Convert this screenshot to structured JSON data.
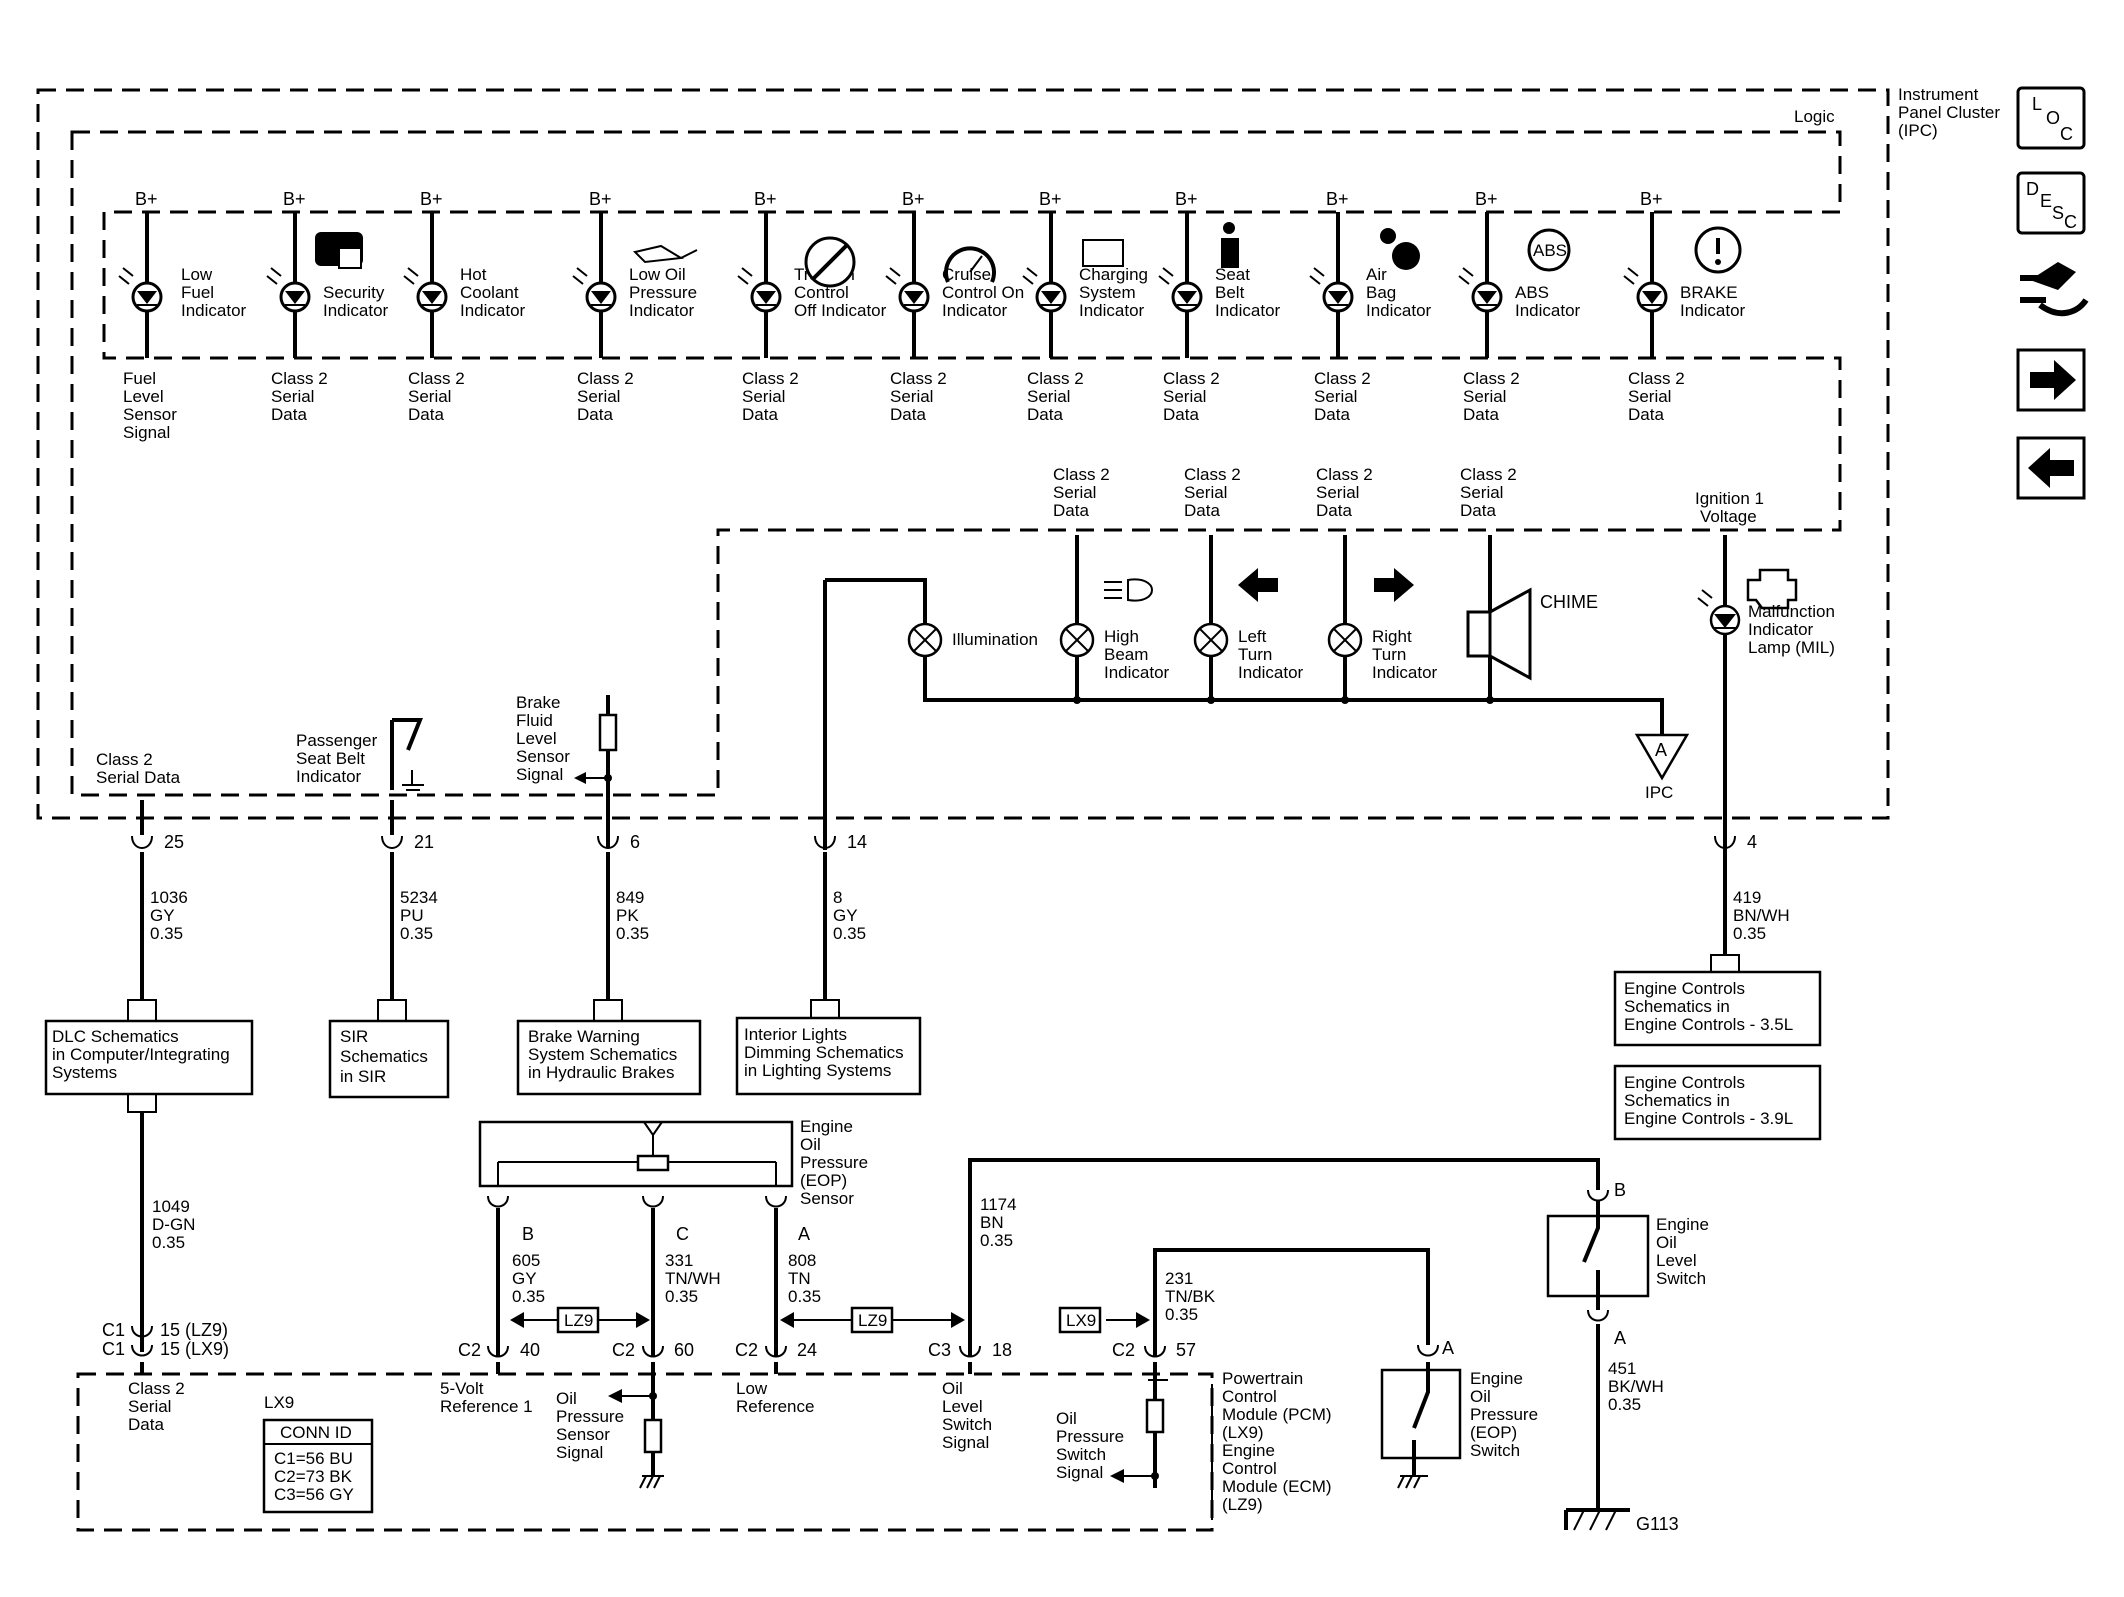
{
  "header": {
    "ipc_title": [
      "Instrument",
      "Panel Cluster",
      "(IPC)"
    ],
    "logic": "Logic"
  },
  "nav": {
    "loc": [
      "L",
      "O",
      "C"
    ],
    "desc": [
      "D",
      "E",
      "S",
      "C"
    ]
  },
  "indicators": [
    {
      "bplus": "B+",
      "label": [
        "Low",
        "Fuel",
        "Indicator"
      ],
      "signal": [
        "Fuel",
        "Level",
        "Sensor",
        "Signal"
      ]
    },
    {
      "bplus": "B+",
      "label": [
        "Security",
        "Indicator"
      ],
      "signal": [
        "Class 2",
        "Serial",
        "Data"
      ]
    },
    {
      "bplus": "B+",
      "label": [
        "Hot",
        "Coolant",
        "Indicator"
      ],
      "signal": [
        "Class 2",
        "Serial",
        "Data"
      ]
    },
    {
      "bplus": "B+",
      "label": [
        "Low Oil",
        "Pressure",
        "Indicator"
      ],
      "signal": [
        "Class 2",
        "Serial",
        "Data"
      ]
    },
    {
      "bplus": "B+",
      "label": [
        "Traction",
        "Control",
        "Off Indicator"
      ],
      "signal": [
        "Class 2",
        "Serial",
        "Data"
      ]
    },
    {
      "bplus": "B+",
      "label": [
        "Cruise",
        "Control On",
        "Indicator"
      ],
      "signal": [
        "Class 2",
        "Serial",
        "Data"
      ]
    },
    {
      "bplus": "B+",
      "label": [
        "Charging",
        "System",
        "Indicator"
      ],
      "signal": [
        "Class 2",
        "Serial",
        "Data"
      ]
    },
    {
      "bplus": "B+",
      "label": [
        "Seat",
        "Belt",
        "Indicator"
      ],
      "signal": [
        "Class 2",
        "Serial",
        "Data"
      ]
    },
    {
      "bplus": "B+",
      "label": [
        "Air",
        "Bag",
        "Indicator"
      ],
      "signal": [
        "Class 2",
        "Serial",
        "Data"
      ]
    },
    {
      "bplus": "B+",
      "label": [
        "ABS",
        "Indicator"
      ],
      "signal": [
        "Class 2",
        "Serial",
        "Data"
      ]
    },
    {
      "bplus": "B+",
      "label": [
        "BRAKE",
        "Indicator"
      ],
      "signal": [
        "Class 2",
        "Serial",
        "Data"
      ]
    }
  ],
  "abs_badge": "ABS",
  "lamps": {
    "illumination": [
      "Illumination"
    ],
    "high_beam": [
      "High",
      "Beam",
      "Indicator"
    ],
    "left_turn": [
      "Left",
      "Turn",
      "Indicator"
    ],
    "right_turn": [
      "Right",
      "Turn",
      "Indicator"
    ],
    "chime": "CHIME",
    "mil": [
      "Malfunction",
      "Indicator",
      "Lamp (MIL)"
    ],
    "class2_labels": [
      "Class 2",
      "Serial",
      "Data"
    ],
    "ignition": [
      "Ignition 1",
      "Voltage"
    ],
    "ipc_ground_letter": "A",
    "ipc_ground_label": "IPC"
  },
  "bottom_ipc": {
    "class2": [
      "Class 2",
      "Serial Data"
    ],
    "passenger": [
      "Passenger",
      "Seat Belt",
      "Indicator"
    ],
    "brake_fluid": [
      "Brake",
      "Fluid",
      "Level",
      "Sensor",
      "Signal"
    ]
  },
  "circuits": [
    {
      "pin": "25",
      "wire": [
        "1036",
        "GY",
        "0.35"
      ]
    },
    {
      "pin": "21",
      "wire": [
        "5234",
        "PU",
        "0.35"
      ]
    },
    {
      "pin": "6",
      "wire": [
        "849",
        "PK",
        "0.35"
      ]
    },
    {
      "pin": "14",
      "wire": [
        "8",
        "GY",
        "0.35"
      ]
    },
    {
      "pin": "4",
      "wire": [
        "419",
        "BN/WH",
        "0.35"
      ]
    }
  ],
  "ref_boxes": {
    "dlc": [
      "DLC Schematics",
      "in Computer/Integrating",
      "Systems"
    ],
    "sir": [
      "SIR",
      "Schematics",
      "in SIR"
    ],
    "brake": [
      "Brake Warning",
      "System Schematics",
      "in Hydraulic Brakes"
    ],
    "interior": [
      "Interior Lights",
      "Dimming Schematics",
      "in Lighting Systems"
    ],
    "eng35": [
      "Engine Controls",
      "Schematics in",
      "Engine Controls - 3.5L"
    ],
    "eng39": [
      "Engine Controls",
      "Schematics in",
      "Engine Controls - 3.9L"
    ]
  },
  "lower": {
    "wire_1049": [
      "1049",
      "D-GN",
      "0.35"
    ],
    "c1_labels": [
      "C1",
      "C1"
    ],
    "c1_pins": [
      "15 (LZ9)",
      "15 (LX9)"
    ],
    "eop_sensor": [
      "Engine",
      "Oil",
      "Pressure",
      "(EOP)",
      "Sensor"
    ],
    "sensor_pins": [
      "B",
      "C",
      "A"
    ],
    "wire_605": [
      "605",
      "GY",
      "0.35"
    ],
    "wire_331": [
      "331",
      "TN/WH",
      "0.35"
    ],
    "wire_808": [
      "808",
      "TN",
      "0.35"
    ],
    "wire_1174": [
      "1174",
      "BN",
      "0.35"
    ],
    "wire_231": [
      "231",
      "TN/BK",
      "0.35"
    ],
    "wire_451": [
      "451",
      "BK/WH",
      "0.35"
    ],
    "lz9": "LZ9",
    "lx9": "LX9",
    "c2": "C2",
    "c3": "C3",
    "pins": [
      "40",
      "60",
      "24",
      "18",
      "57"
    ],
    "module_labels": {
      "class2": [
        "Class 2",
        "Serial",
        "Data"
      ],
      "lx9": "LX9",
      "conn_id_title": "CONN ID",
      "conn_id_rows": [
        "C1=56 BU",
        "C2=73 BK",
        "C3=56 GY"
      ],
      "five_volt": [
        "5-Volt",
        "Reference 1"
      ],
      "oil_sensor_signal": [
        "Oil",
        "Pressure",
        "Sensor",
        "Signal"
      ],
      "low_ref": [
        "Low",
        "Reference"
      ],
      "oil_level_signal": [
        "Oil",
        "Level",
        "Switch",
        "Signal"
      ],
      "oil_pressure_switch_signal": [
        "Oil",
        "Pressure",
        "Switch",
        "Signal"
      ],
      "module_name": [
        "Powertrain",
        "Control",
        "Module (PCM)",
        "(LX9)",
        "Engine",
        "Control",
        "Module (ECM)",
        "(LZ9)"
      ]
    },
    "eop_switch": [
      "Engine",
      "Oil",
      "Pressure",
      "(EOP)",
      "Switch"
    ],
    "eop_switch_pin": "A",
    "level_switch": [
      "Engine",
      "Oil",
      "Level",
      "Switch"
    ],
    "level_switch_pins": [
      "B",
      "A"
    ],
    "ground": "G113"
  }
}
